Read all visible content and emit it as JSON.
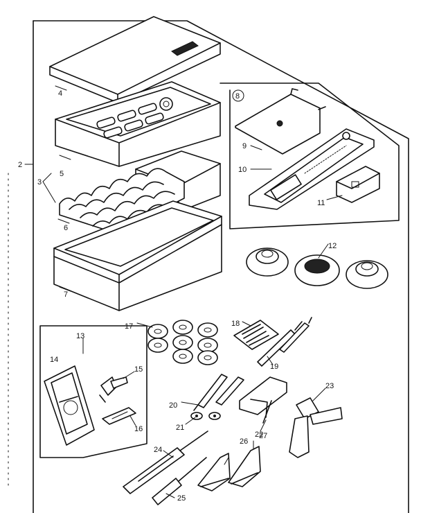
{
  "callouts": {
    "c2": "2",
    "c3": "3",
    "c4": "4",
    "c5": "5",
    "c6": "6",
    "c7": "7",
    "c8": "8",
    "c9": "9",
    "c10": "10",
    "c11": "11",
    "c12": "12",
    "c13": "13",
    "c14": "14",
    "c15": "15",
    "c16": "16",
    "c17": "17",
    "c18": "18",
    "c19": "19",
    "c20": "20",
    "c21": "21",
    "c22": "22",
    "c23": "23",
    "c24": "24",
    "c25": "25",
    "c26": "26",
    "c27": "27"
  }
}
